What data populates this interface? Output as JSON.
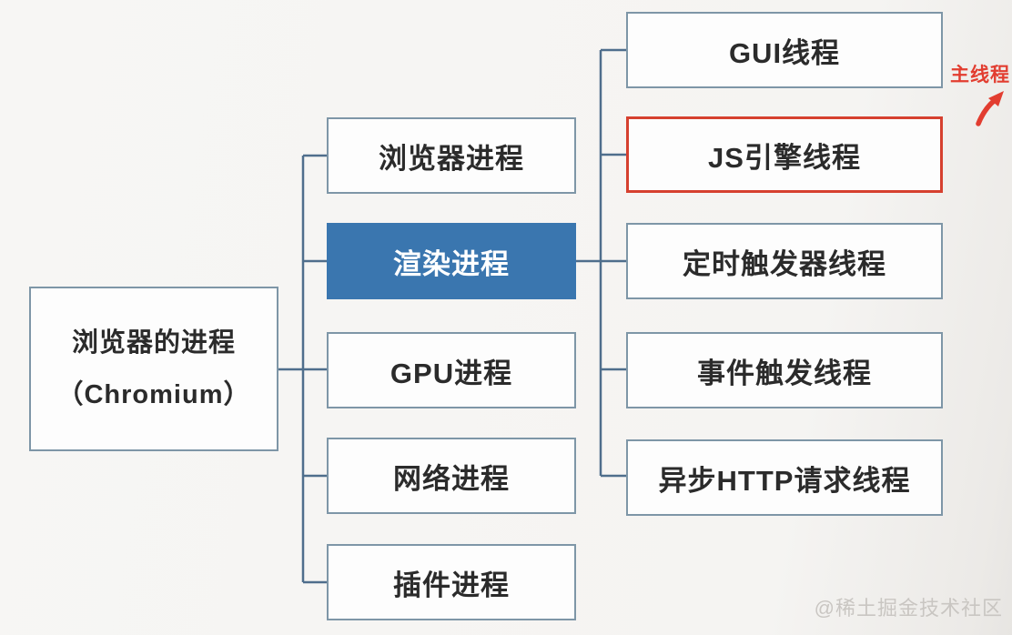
{
  "diagram": {
    "root": {
      "line1": "浏览器的进程",
      "line2": "（Chromium）"
    },
    "processes": [
      {
        "label": "浏览器进程",
        "variant": "default"
      },
      {
        "label": "渲染进程",
        "variant": "highlight"
      },
      {
        "label": "GPU进程",
        "variant": "default"
      },
      {
        "label": "网络进程",
        "variant": "default"
      },
      {
        "label": "插件进程",
        "variant": "default"
      }
    ],
    "threads": [
      {
        "label": "GUI线程",
        "variant": "default"
      },
      {
        "label": "JS引擎线程",
        "variant": "red-outline"
      },
      {
        "label": "定时触发器线程",
        "variant": "default"
      },
      {
        "label": "事件触发线程",
        "variant": "default"
      },
      {
        "label": "异步HTTP请求线程",
        "variant": "default"
      }
    ],
    "annotation": {
      "label": "主线程"
    },
    "watermark": "@稀土掘金技术社区",
    "colors": {
      "connector": "#4f6e8c",
      "box_border": "#7e96a7",
      "highlight_fill": "#3a76af",
      "red_outline": "#d6402f",
      "annotation_red": "#e23d30",
      "text": "#2b2b2b",
      "watermark": "#c9c6c2",
      "background": "#f5f4f2"
    }
  }
}
